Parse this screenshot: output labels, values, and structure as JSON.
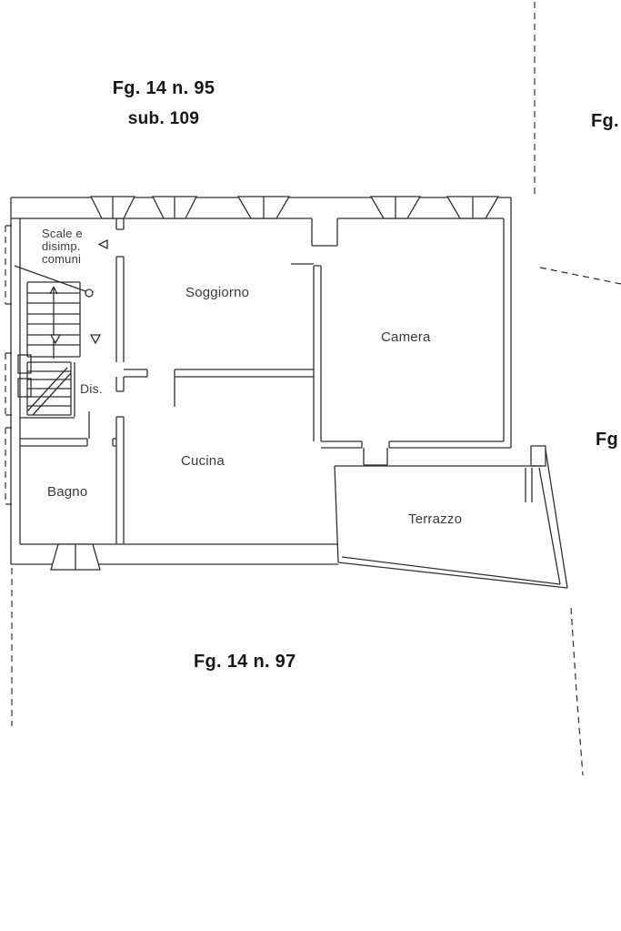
{
  "drawing": {
    "annotations": {
      "parcel_top_line1": "Fg. 14 n. 95",
      "parcel_top_line2": "sub. 109",
      "parcel_right_upper": "Fg.",
      "parcel_right_lower": "Fg",
      "parcel_bottom": "Fg. 14 n. 97"
    },
    "rooms": {
      "stairwell_line1": "Scale e",
      "stairwell_line2": "disimp.",
      "stairwell_line3": "comuni",
      "living": "Soggiorno",
      "bedroom": "Camera",
      "hallway": "Dis.",
      "kitchen": "Cucina",
      "bathroom": "Bagno",
      "terrace": "Terrazzo"
    },
    "colors": {
      "ink": "#2f2f2f",
      "label_text": "#3a3a3a",
      "title_text": "#161616",
      "background": "#ffffff"
    }
  }
}
